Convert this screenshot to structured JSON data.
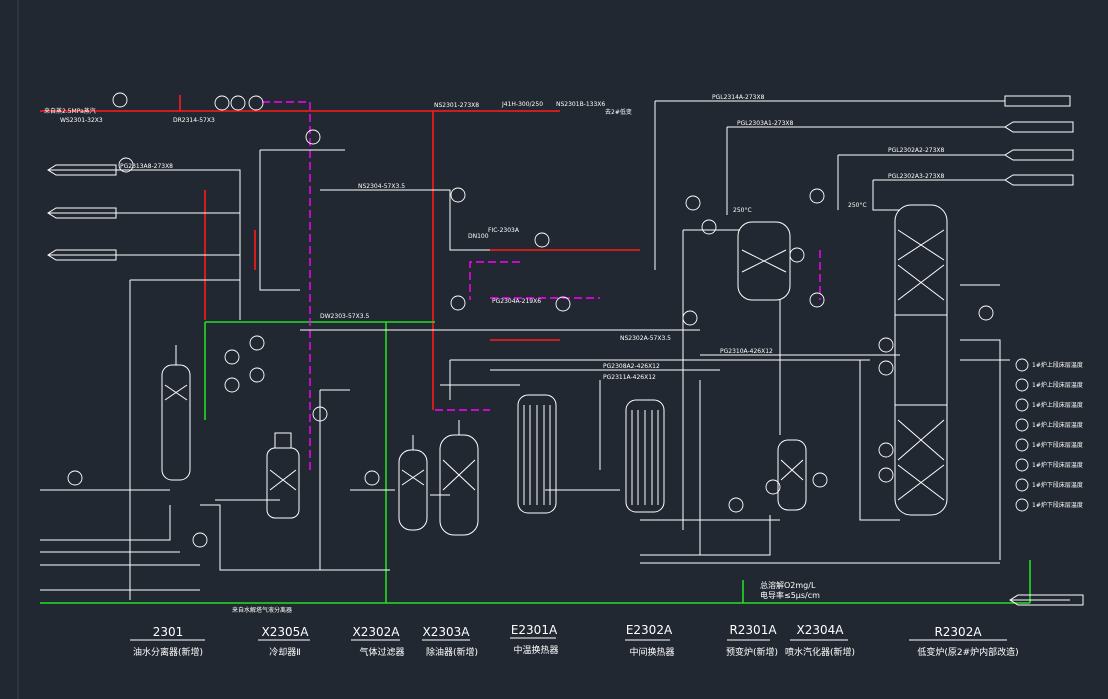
{
  "drawing": {
    "background": "#222831",
    "colors": {
      "steam_line": "#ff1a1a",
      "water_line": "#22dd22",
      "signal_line": "#ff00ff",
      "process_line": "#ffffff"
    },
    "pipe_labels": {
      "top_steam": "NS2301-273X8",
      "top_valve": "J41H-300/250",
      "top_dn": "NS2301B-133X6",
      "top_dest": "去2#低变",
      "pgl1": "PGL2314A-273X8",
      "pgl2": "PGL2303A1-273X8",
      "pgl3": "PGL2302A2-273X8",
      "pgl4": "PGL2302A3-273X8",
      "inlet_steam": "来自蒸2.5MPa蒸汽",
      "ws": "WS2301-32X3",
      "dr": "DR2314-57X3",
      "pg13": "PG2313A8-273X8",
      "ns2304": "NS2304-57X3.5",
      "dw": "DW2303-57X3.5",
      "fic": "FIC-2303A",
      "dn100": "DN100",
      "pg2304": "PG2304A-219X6",
      "pg2310": "PG2310A-426X12",
      "pg2308": "PG2308A2-426X12",
      "pg2311": "PG2311A-426X12",
      "ns2302": "NS2302A-57X3.5",
      "note1": "总溶解O2mg/L",
      "note2": "电导率≤5μs/cm",
      "bottom_text": "来自水解塔气液分离器",
      "temp_250": "250°C",
      "temp_2": "250°C"
    },
    "equipment": [
      {
        "tag": "2301",
        "name": "油水分离器(新增)"
      },
      {
        "tag": "X2305A",
        "name": "冷却器Ⅱ"
      },
      {
        "tag": "X2302A",
        "name": "气体过滤器"
      },
      {
        "tag": "X2303A",
        "name": "除油器(新增)"
      },
      {
        "tag": "E2301A",
        "name": "中温换热器"
      },
      {
        "tag": "E2302A",
        "name": "中间换热器"
      },
      {
        "tag": "R2301A",
        "name": "预变炉(新增)"
      },
      {
        "tag": "X2304A",
        "name": "喷水汽化器(新增)"
      },
      {
        "tag": "R2302A",
        "name": "低变炉(原2#炉内部改造)"
      }
    ],
    "right_outlets": [
      "1#炉上段床层温度",
      "1#炉上段床层温度",
      "1#炉上段床层温度",
      "1#炉上段床层温度",
      "1#炉下段床层温度",
      "1#炉下段床层温度",
      "1#炉下段床层温度",
      "1#炉下段床层温度"
    ]
  }
}
